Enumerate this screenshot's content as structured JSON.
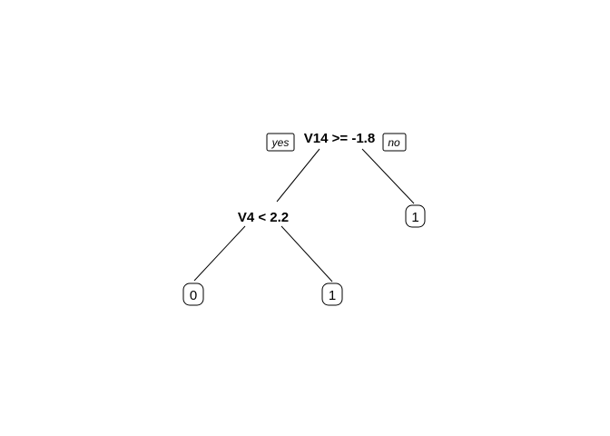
{
  "tree": {
    "root": {
      "label": "V14 >= -1.8",
      "yes_label": "yes",
      "no_label": "no"
    },
    "internal": {
      "label": "V4 < 2.2"
    },
    "leaves": [
      {
        "label": "0"
      },
      {
        "label": "1"
      },
      {
        "label": "1"
      }
    ]
  }
}
